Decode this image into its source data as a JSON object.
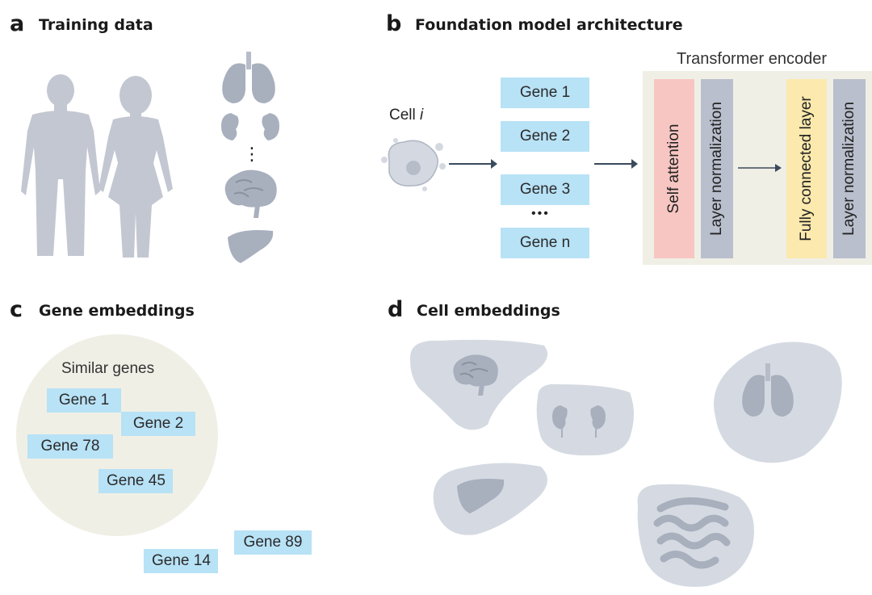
{
  "panels": {
    "a": {
      "letter": "a",
      "title": "Training data"
    },
    "b": {
      "letter": "b",
      "title": "Foundation model architecture"
    },
    "c": {
      "letter": "c",
      "title": "Gene embeddings"
    },
    "d": {
      "letter": "d",
      "title": "Cell embeddings"
    }
  },
  "training": {
    "ellipsis": "⋮"
  },
  "architecture": {
    "cell_label": "Cell",
    "cell_index": "i",
    "genes": [
      "Gene 1",
      "Gene 2",
      "Gene 3",
      "Gene n"
    ],
    "gene_ellipsis": "•••",
    "encoder_title": "Transformer encoder",
    "layers": [
      "Self attention",
      "Layer normalization",
      "Fully connected layer",
      "Layer normalization"
    ]
  },
  "gene_embeddings": {
    "cluster_label": "Similar genes",
    "cluster_genes": [
      "Gene 1",
      "Gene 2",
      "Gene 78",
      "Gene 45"
    ],
    "other_genes": [
      "Gene 89",
      "Gene 14"
    ]
  },
  "colors": {
    "gene_box": "#b8e2f6",
    "self_attention": "#f7c6c2",
    "layer_norm": "#b9bfcc",
    "fully_connected": "#fbe9ad",
    "encoder_bg": "#f0efe6",
    "cluster_bg": "#f0efe6",
    "silhouette": "#c3c7d1",
    "blob": "#d5dae2",
    "organ": "#9aa1b0",
    "arrow": "#3a4a5c"
  }
}
